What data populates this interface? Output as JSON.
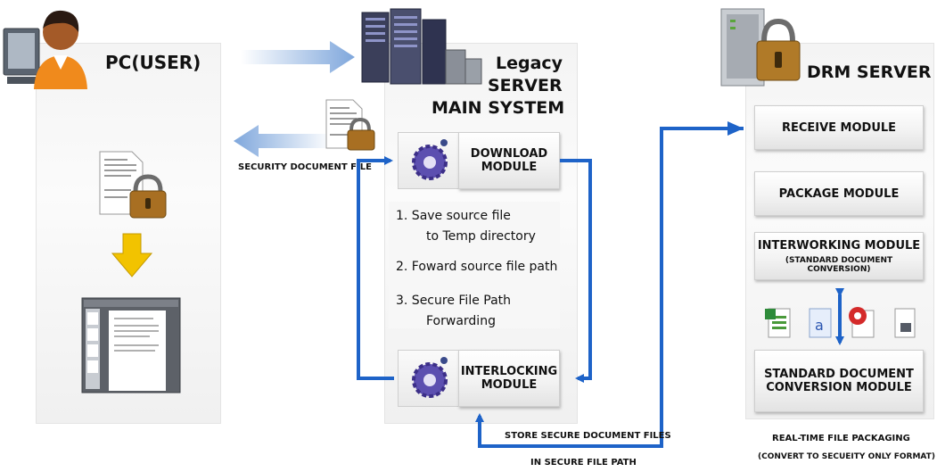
{
  "pc": {
    "title": "PC(USER)"
  },
  "legacy": {
    "title_line1": "Legacy",
    "title_line2": "SERVER",
    "title_line3": "MAIN SYSTEM"
  },
  "drm": {
    "title": "DRM SERVER"
  },
  "modules": {
    "download_line1": "DOWNLOAD",
    "download_line2": "MODULE",
    "interlocking_line1": "INTERLOCKING",
    "interlocking_line2": "MODULE",
    "receive": "RECEIVE MODULE",
    "package": "PACKAGE MODULE",
    "interworking": "INTERWORKING MODULE",
    "interworking_sub": "(STANDARD DOCUMENT CONVERSION)",
    "standard_line1": "STANDARD DOCUMENT",
    "standard_line2": "CONVERSION MODULE"
  },
  "steps": {
    "s1a": "1. Save source file",
    "s1b": "to Temp directory",
    "s2": "2. Foward source file path",
    "s3a": "3. Secure File Path",
    "s3b": "Forwarding"
  },
  "labels": {
    "security_doc": "SECURITY DOCUMENT FILE",
    "store_line1": "STORE SECURE DOCUMENT FILES",
    "store_line2": "IN SECURE FILE PATH",
    "realtime_line1": "REAL-TIME FILE PACKAGING",
    "realtime_line2": "(CONVERT TO SECUEITY ONLY FORMAT)"
  },
  "icons": [
    "user-pc-icon",
    "server-rack-icon",
    "drm-server-lock-icon",
    "secure-document-icon",
    "down-arrow-icon",
    "document-viewer-icon",
    "gear-icon",
    "excel-file-icon",
    "word-file-icon",
    "pdf-file-icon",
    "image-file-icon"
  ],
  "colors": {
    "arrow_blue": "#1e63c8",
    "arrow_light": "#8fb4e2",
    "yellow_arrow": "#f2c300"
  }
}
